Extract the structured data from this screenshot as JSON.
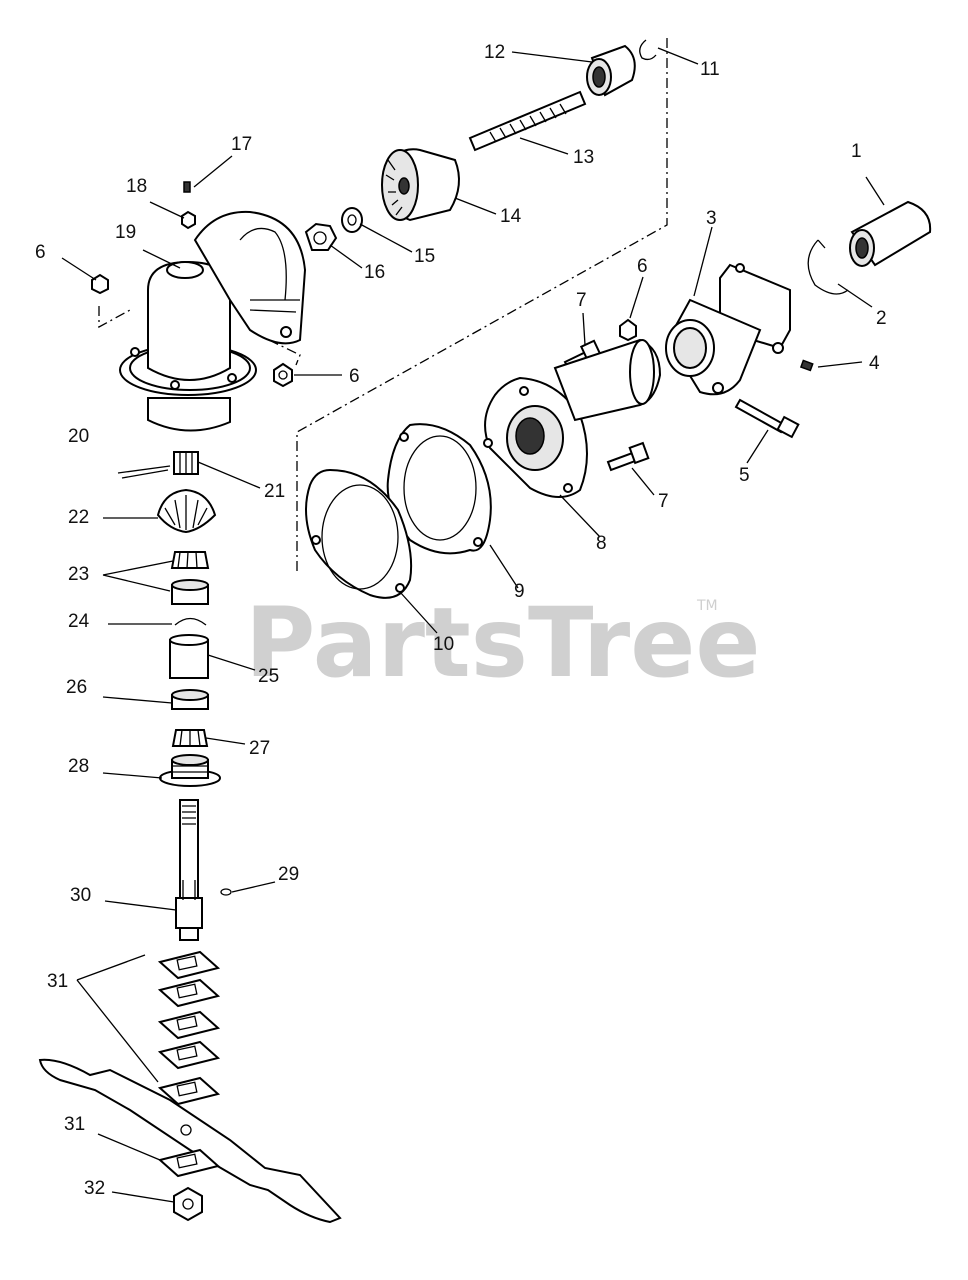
{
  "watermark": {
    "text": "PartsTree",
    "trademark": "TM"
  },
  "callouts": {
    "c1": "1",
    "c2": "2",
    "c3": "3",
    "c4": "4",
    "c5": "5",
    "c6a": "6",
    "c6b": "6",
    "c6c": "6",
    "c7a": "7",
    "c7b": "7",
    "c8": "8",
    "c9": "9",
    "c10": "10",
    "c11": "11",
    "c12": "12",
    "c13": "13",
    "c14": "14",
    "c15": "15",
    "c16": "16",
    "c17": "17",
    "c18": "18",
    "c19": "19",
    "c20": "20",
    "c21": "21",
    "c22": "22",
    "c23": "23",
    "c24": "24",
    "c25": "25",
    "c26": "26",
    "c27": "27",
    "c28": "28",
    "c29": "29",
    "c30": "30",
    "c31a": "31",
    "c31b": "31",
    "c32": "32"
  }
}
